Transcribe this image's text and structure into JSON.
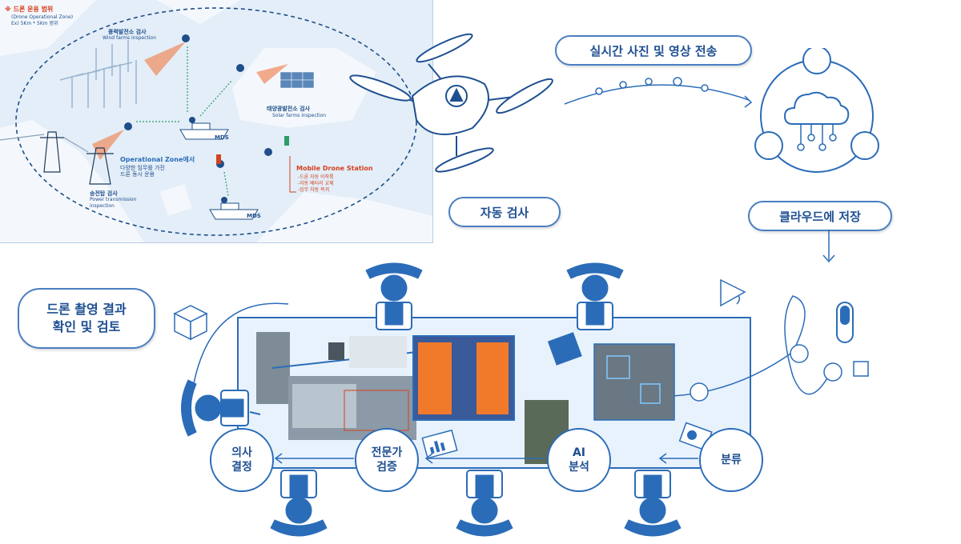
{
  "map": {
    "legend_title": "※ 드론 운용 범위",
    "legend_sub1": "(Drone Operational Zone)",
    "legend_sub2": "Ex) 5Km * 5Km 범위",
    "wind_ko": "풍력발전소 검사",
    "wind_en": "Wind farms inspection",
    "solar_ko": "태양광발전소 검사",
    "solar_en": "Solar farms inspection",
    "op_zone_title": "Operational Zone에서",
    "op_zone_l2": "다양한 임무를 가진",
    "op_zone_l3": "드론 동시 운용",
    "power_ko": "송전탑 검사",
    "power_en1": "Power transmission",
    "power_en2": "inspection",
    "mds1": "MDS",
    "mds2": "MDS",
    "mobile_title": "Mobile Drone Station",
    "mobile_l1": "-드론 자동 이착륙",
    "mobile_l2": "-자동 배터리 교체",
    "mobile_l3": "-임무 자동 복귀"
  },
  "labels": {
    "realtime": "실시간 사진 및 영상 전송",
    "auto_inspect": "자동 검사",
    "cloud_save": "클라우드에 저장",
    "review_l1": "드론 촬영 결과",
    "review_l2": "확인 및 검토"
  },
  "steps": {
    "decision_l1": "의사",
    "decision_l2": "결정",
    "expert_l1": "전문가",
    "expert_l2": "검증",
    "ai_l1": "AI",
    "ai_l2": "분석",
    "classify": "분류"
  },
  "colors": {
    "primary": "#2b6cb8",
    "dark": "#1e4f91",
    "light_fill": "#e8f2fc",
    "accent_red": "#d4411f",
    "thermal": "#f07a2a"
  }
}
